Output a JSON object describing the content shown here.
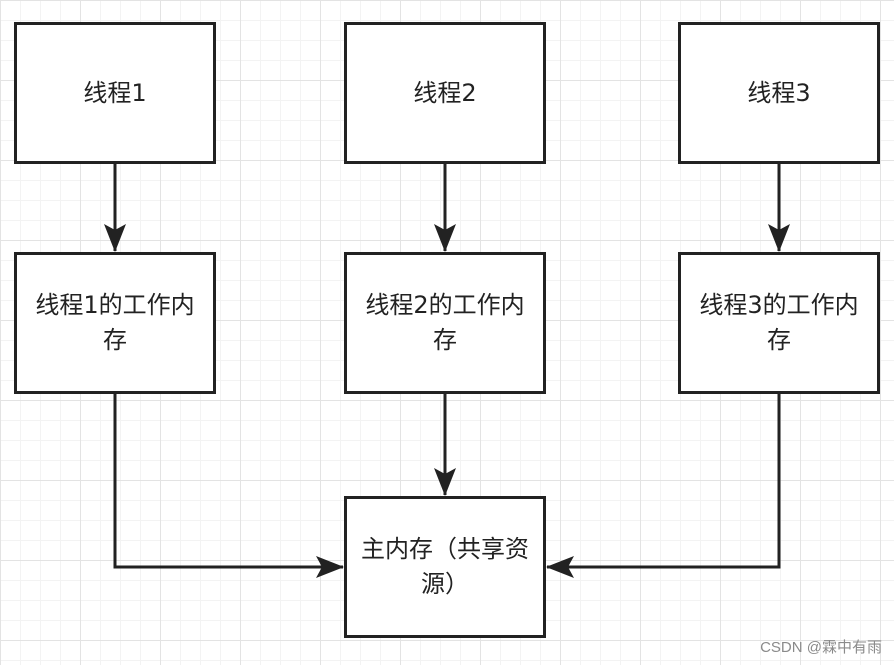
{
  "nodes": {
    "thread_1": "线程1",
    "thread_2": "线程2",
    "thread_3": "线程3",
    "working_memory_1": "线程1的工作内存",
    "working_memory_2": "线程2的工作内存",
    "working_memory_3": "线程3的工作内存",
    "main_memory": "主内存（共享资源）"
  },
  "watermark": "CSDN @霖中有雨",
  "colors": {
    "stroke": "#222222",
    "grid": "#e3e3e3",
    "watermark": "#8a8a8a"
  }
}
